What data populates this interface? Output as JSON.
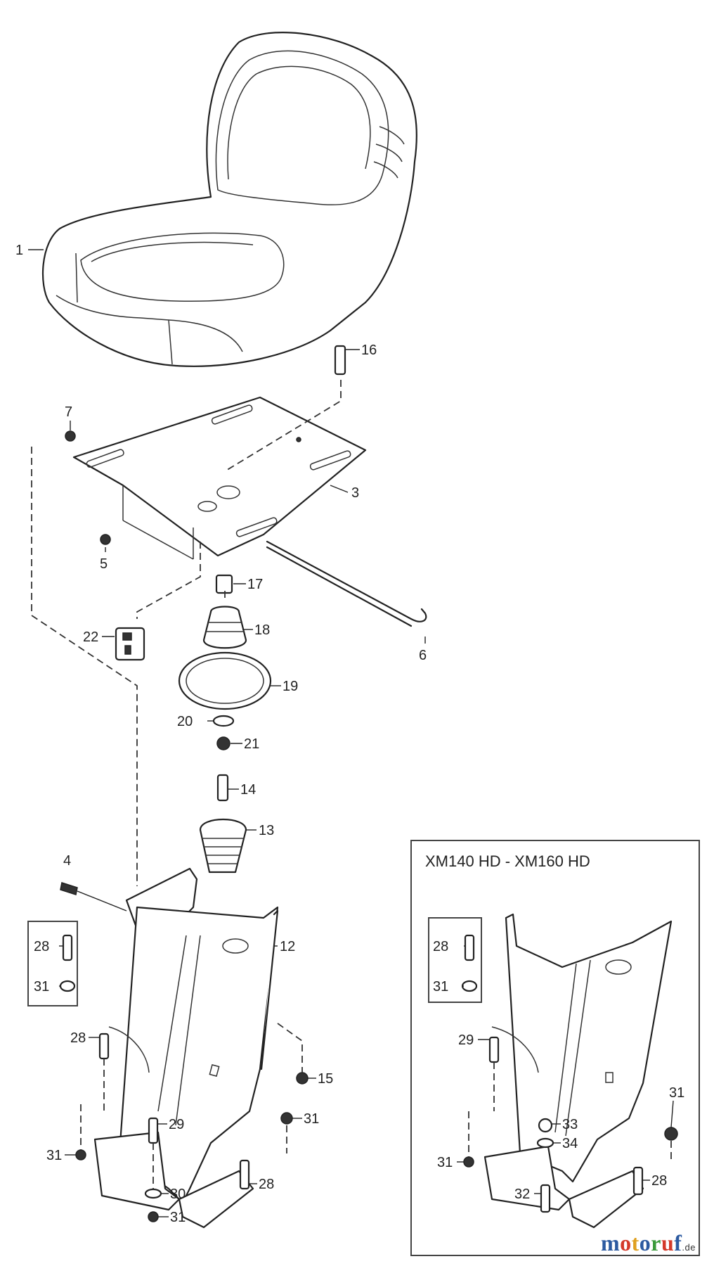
{
  "diagram": {
    "callouts": [
      {
        "id": "c1",
        "text": "1"
      },
      {
        "id": "c3",
        "text": "3"
      },
      {
        "id": "c4",
        "text": "4"
      },
      {
        "id": "c5",
        "text": "5"
      },
      {
        "id": "c6",
        "text": "6"
      },
      {
        "id": "c7",
        "text": "7"
      },
      {
        "id": "c12",
        "text": "12"
      },
      {
        "id": "c13",
        "text": "13"
      },
      {
        "id": "c14",
        "text": "14"
      },
      {
        "id": "c15",
        "text": "15"
      },
      {
        "id": "c16",
        "text": "16"
      },
      {
        "id": "c17",
        "text": "17"
      },
      {
        "id": "c18",
        "text": "18"
      },
      {
        "id": "c19",
        "text": "19"
      },
      {
        "id": "c20",
        "text": "20"
      },
      {
        "id": "c21",
        "text": "21"
      },
      {
        "id": "c22",
        "text": "22"
      },
      {
        "id": "c28a",
        "text": "28"
      },
      {
        "id": "c31a",
        "text": "31"
      },
      {
        "id": "c28b",
        "text": "28"
      },
      {
        "id": "c29",
        "text": "29"
      },
      {
        "id": "c31b",
        "text": "31"
      },
      {
        "id": "c31c",
        "text": "31"
      },
      {
        "id": "c30",
        "text": "30"
      },
      {
        "id": "c31d",
        "text": "31"
      },
      {
        "id": "c28c",
        "text": "28"
      }
    ],
    "inset": {
      "title": "XM140 HD - XM160 HD",
      "callouts": [
        {
          "id": "i28a",
          "text": "28"
        },
        {
          "id": "i31a",
          "text": "31"
        },
        {
          "id": "i29",
          "text": "29"
        },
        {
          "id": "i33",
          "text": "33"
        },
        {
          "id": "i34",
          "text": "34"
        },
        {
          "id": "i31b",
          "text": "31"
        },
        {
          "id": "i31c",
          "text": "31"
        },
        {
          "id": "i32",
          "text": "32"
        },
        {
          "id": "i28b",
          "text": "28"
        }
      ]
    }
  },
  "watermark": {
    "parts": [
      {
        "text": "m",
        "color": "#2c5aa0"
      },
      {
        "text": "o",
        "color": "#d43a2a"
      },
      {
        "text": "t",
        "color": "#e0a020"
      },
      {
        "text": "o",
        "color": "#2c5aa0"
      },
      {
        "text": "r",
        "color": "#3a9a3a"
      },
      {
        "text": "u",
        "color": "#d43a2a"
      },
      {
        "text": "f",
        "color": "#2c5aa0"
      }
    ],
    "suffix": ".de",
    "suffix_color": "#333333"
  }
}
